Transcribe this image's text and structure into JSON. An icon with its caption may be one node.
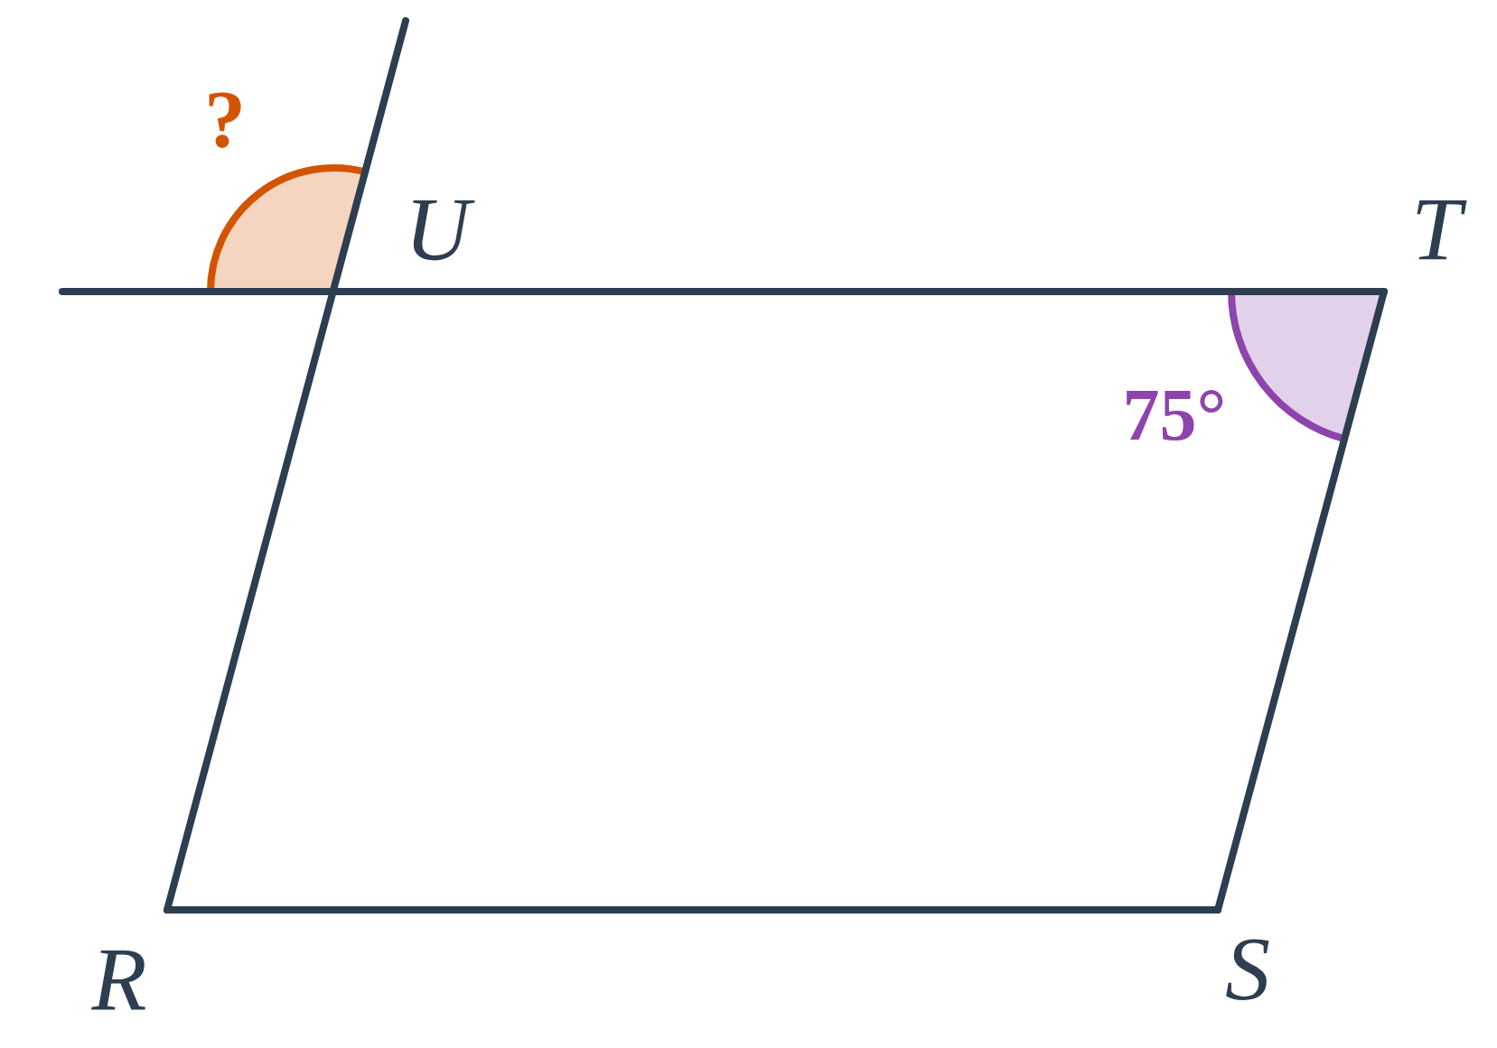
{
  "diagram": {
    "labels": [
      "?",
      "U",
      "T",
      "75°",
      "R",
      "S"
    ]
  }
}
